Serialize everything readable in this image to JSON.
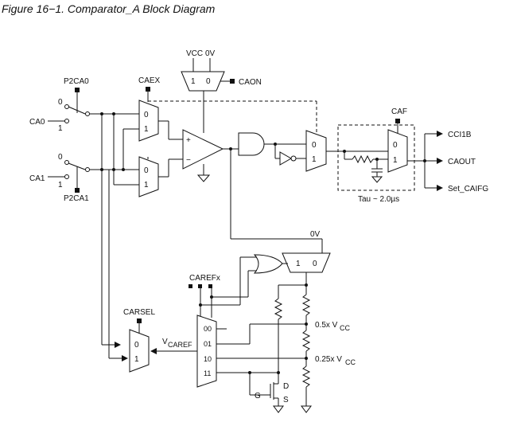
{
  "figure": {
    "title": "Figure 16−1.  Comparator_A Block Diagram"
  },
  "labels": {
    "vcc_mux": "VCC",
    "vcc_mux_sub": "",
    "zero_v_top": "0V",
    "caon": "CAON",
    "caex": "CAEX",
    "p2ca0": "P2CA0",
    "p2ca1": "P2CA1",
    "ca0": "CA0",
    "ca1": "CA1",
    "caf": "CAF",
    "cci1b": "CCI1B",
    "caout": "CAOUT",
    "set_caifg": "Set_CAIFG",
    "tau": "Tau ~ 2.0µs",
    "zero_v_mid": "0V",
    "carefx": "CAREFx",
    "carsel": "CARSEL",
    "vcaref_main": "V",
    "vcaref_sub": "CAREF",
    "half_vcc": "0.5x V",
    "half_vcc_sub": "CC",
    "quarter_vcc": "0.25x V",
    "quarter_vcc_sub": "CC",
    "gate": "G",
    "drain": "D",
    "source": "S",
    "plus": "+",
    "minus": "−",
    "mux_top_1": "1",
    "mux_top_0": "0",
    "mux_caex_a0": "0",
    "mux_caex_a1": "1",
    "mux_caex_b0": "0",
    "mux_caex_b1": "1",
    "mux_out_0": "0",
    "mux_out_1": "1",
    "mux_caf_0": "0",
    "mux_caf_1": "1",
    "mux_ref_1": "1",
    "mux_ref_0": "0",
    "mux_sel_0": "0",
    "mux_sel_1": "1",
    "sw_ca0_0": "0",
    "sw_ca0_1": "1",
    "sw_ca1_0": "0",
    "sw_ca1_1": "1",
    "dec_00": "00",
    "dec_01": "01",
    "dec_10": "10",
    "dec_11": "11"
  }
}
